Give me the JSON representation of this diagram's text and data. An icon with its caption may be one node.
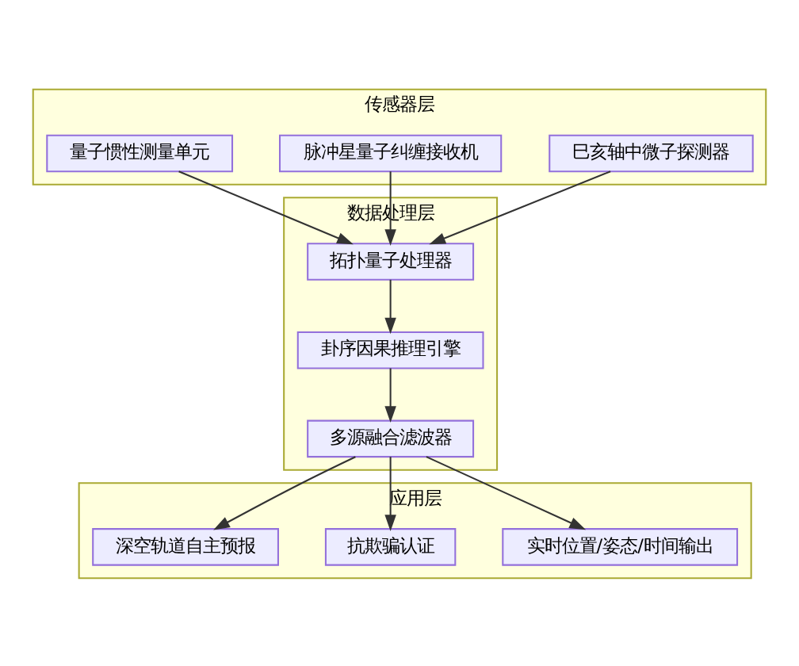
{
  "diagram": {
    "nodes": [
      {
        "text": [
          "传感器层"
        ]
      },
      {
        "text": [
          "巳亥轴中微子探测器"
        ],
        "in": 0
      },
      {
        "text": [
          "脉冲星量子纠缠接收机"
        ],
        "in": 0
      },
      {
        "text": [
          "量子惯性测量单元"
        ],
        "in": 0
      },
      {
        "text": [
          "数据处理层"
        ]
      },
      {
        "text": [
          "拓扑量子处理器"
        ],
        "in": 4
      },
      {
        "text": [
          "卦序因果推理引擎"
        ],
        "in": 4
      },
      {
        "text": [
          "多源融合滤波器"
        ],
        "in": 4
      },
      {
        "text": [
          "应用层"
        ]
      },
      {
        "text": [
          "实时位置/姿态/时间输出"
        ],
        "in": 8
      },
      {
        "text": [
          "抗欺骗认证"
        ],
        "in": 8
      },
      {
        "text": [
          "深空轨道自主预报"
        ],
        "in": 8
      }
    ],
    "edges": [
      {
        "from": 1,
        "to": 5,
        "arrow": "to"
      },
      {
        "from": 2,
        "to": 5,
        "arrow": "to"
      },
      {
        "from": 3,
        "to": 5,
        "arrow": "to"
      },
      {
        "from": 5,
        "to": 6,
        "arrow": "to"
      },
      {
        "from": 6,
        "to": 7,
        "arrow": "to"
      },
      {
        "from": 7,
        "to": 9,
        "arrow": "to"
      },
      {
        "from": 7,
        "to": 10,
        "arrow": "to"
      },
      {
        "from": 7,
        "to": 11,
        "arrow": "to"
      }
    ]
  }
}
